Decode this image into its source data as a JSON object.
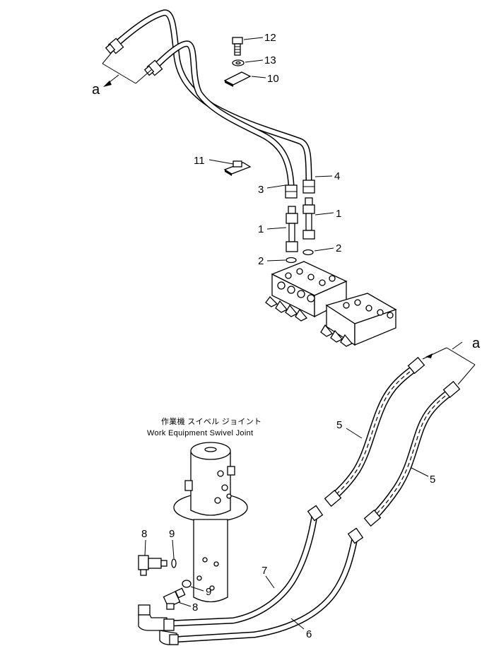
{
  "callouts": {
    "c12": "12",
    "c13": "13",
    "c10": "10",
    "c11": "11",
    "c3": "3",
    "c4": "4",
    "c1a": "1",
    "c1b": "1",
    "c2a": "2",
    "c2b": "2",
    "c5a": "5",
    "c5b": "5",
    "c8a": "8",
    "c8b": "8",
    "c9a": "9",
    "c9b": "9",
    "c7": "7",
    "c6": "6"
  },
  "refs": {
    "a_top": "a",
    "a_right": "a"
  },
  "caption": {
    "jp": "作業機 スイベル ジョイント",
    "en": "Work Equipment Swivel Joint"
  }
}
